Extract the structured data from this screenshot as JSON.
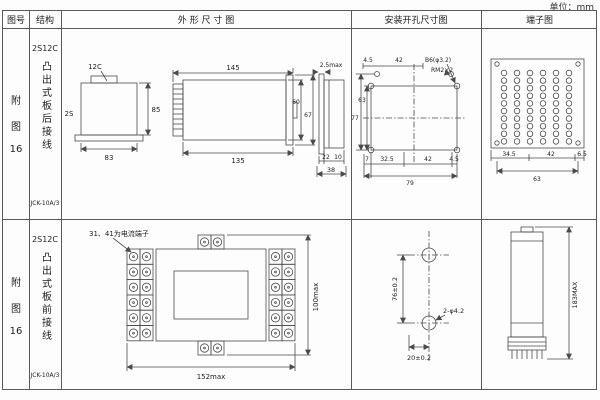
{
  "page": {
    "unit": "单位：mm"
  },
  "header": {
    "fig_no": "图号",
    "structure": "结构",
    "outline": "外 形 尺 寸 图",
    "install": "安装开孔尺寸图",
    "terminal": "端子图"
  },
  "row1": {
    "fig": {
      "c1": "附",
      "c2": "图",
      "c3": "16"
    },
    "model": "2S12C",
    "structure": "凸出式板后接线",
    "type_code": "JCK-10A/3",
    "outline": {
      "label_12c": "12C",
      "label_2s": "2S",
      "w83": "83",
      "h85": "85",
      "l145": "145",
      "l135": "135",
      "h60": "60",
      "h67": "67",
      "max25": "2.5max",
      "d22": "22",
      "d10": "10",
      "d38": "38"
    },
    "install": {
      "t45": "4.5",
      "t42": "42",
      "hole": "B6(φ3.2)",
      "thread": "RM2×2",
      "v77": "77",
      "v63": "63",
      "b7": "7",
      "b325": "32.5",
      "b42": "42",
      "b45": "4.5",
      "total": "79"
    },
    "terminal": {
      "d345": "34.5",
      "d42": "42",
      "d65": "6.5",
      "d63": "63"
    }
  },
  "row2": {
    "fig": {
      "c1": "附",
      "c2": "图",
      "c3": "16"
    },
    "model": "2S12C",
    "structure": "凸出式板前接线",
    "type_code": "JCK-10A/3",
    "outline": {
      "note": "31、41为电流端子",
      "w": "152max",
      "h": "100max"
    },
    "install": {
      "v": "76±0.2",
      "holes": "2-φ4.2",
      "h": "20±0.2"
    },
    "terminal": {
      "h": "183MAX"
    }
  }
}
